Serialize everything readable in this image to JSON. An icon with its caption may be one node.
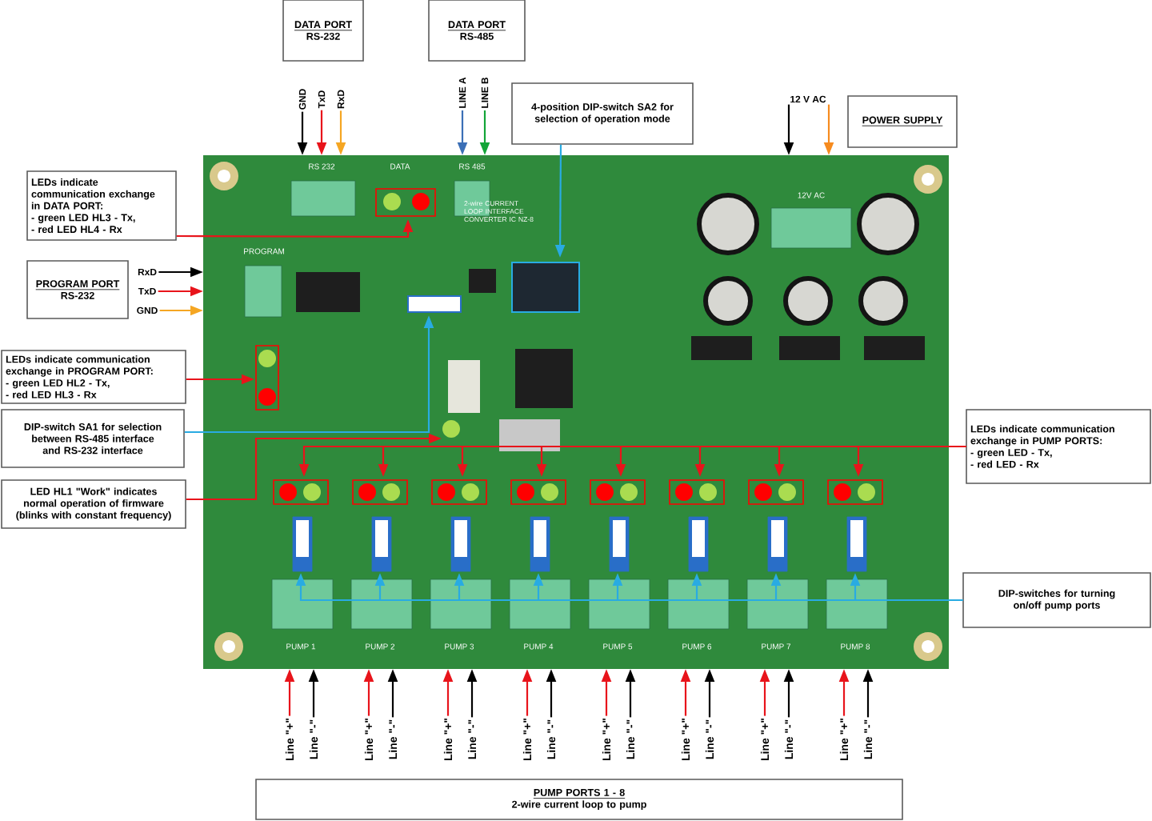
{
  "diagram": {
    "nodes": [
      {
        "text": [
          "DATA PORT",
          "RS-232"
        ]
      },
      {
        "text": [
          "DATA PORT",
          "RS-485"
        ]
      },
      {
        "text": [
          "4-position DIP-switch SA2 for selection of operation mode"
        ]
      },
      {
        "text": [
          "POWER SUPPLY"
        ]
      },
      {
        "text": [
          "GND"
        ]
      },
      {
        "text": [
          "TxD"
        ]
      },
      {
        "text": [
          "RxD"
        ]
      },
      {
        "text": [
          "LINE A"
        ]
      },
      {
        "text": [
          "LINE B"
        ]
      },
      {
        "text": [
          "12 V AC"
        ]
      },
      {
        "text": [],
        "shape": "picture"
      },
      {
        "text": [
          "LEDs indicate communication exchange in DATA PORT:",
          "- green LED HL3 - Tx,",
          "- red LED HL4 - Rx"
        ]
      },
      {
        "text": [
          "PROGRAM PORT",
          "RS-232"
        ]
      },
      {
        "text": [
          "RxD"
        ]
      },
      {
        "text": [
          "TxD"
        ]
      },
      {
        "text": [
          "GND"
        ]
      },
      {
        "text": [
          "LEDs indicate communication exchange in PROGRAM PORT:",
          "- green LED HL2 - Tx,",
          "- red LED HL3 - Rx"
        ]
      },
      {
        "text": [
          "DIP-switch SA1 for selection between RS-485 interface and RS-232 interface"
        ]
      },
      {
        "text": [
          "LED HL1 \"Work\" indicates normal operation of firmware (blinks with constant frequency)"
        ]
      },
      {
        "text": [
          "LEDs indicate communication exchange in PUMP PORTS:",
          "- green LED - Tx,",
          "- red LED - Rx"
        ]
      },
      {
        "text": [
          "DIP-switches for turning on/off pump ports"
        ]
      },
      {
        "text": [
          "Line \"+\""
        ]
      },
      {
        "text": [
          "Line \"-\""
        ]
      },
      {
        "text": [
          "Line \"+\""
        ]
      },
      {
        "text": [
          "Line \"-\""
        ]
      },
      {
        "text": [
          "Line \"+\""
        ]
      },
      {
        "text": [
          "Line \"-\""
        ]
      },
      {
        "text": [
          "Line \"+\""
        ]
      },
      {
        "text": [
          "Line \"-\""
        ]
      },
      {
        "text": [
          "Line \"+\""
        ]
      },
      {
        "text": [
          "Line \"-\""
        ]
      },
      {
        "text": [
          "Line \"+\""
        ]
      },
      {
        "text": [
          "Line \"-\""
        ]
      },
      {
        "text": [
          "Line \"+\""
        ]
      },
      {
        "text": [
          "Line \"-\""
        ]
      },
      {
        "text": [
          "Line \"+\""
        ]
      },
      {
        "text": [
          "Line \"-\""
        ]
      },
      {
        "text": [
          "PUMP PORTS 1 - 8",
          "2-wire current loop to pump"
        ]
      }
    ],
    "edges": [
      {
        "from": 4,
        "to": 10,
        "arrow": "to",
        "color": "#000000"
      },
      {
        "from": 5,
        "to": 10,
        "arrow": "to",
        "color": "#e8141b"
      },
      {
        "from": 6,
        "to": 10,
        "arrow": "to",
        "color": "#f5a623"
      },
      {
        "from": 7,
        "to": 10,
        "arrow": "to",
        "color": "#3b6fb6"
      },
      {
        "from": 8,
        "to": 10,
        "arrow": "to",
        "color": "#13a538"
      },
      {
        "from": 9,
        "to": 10,
        "arrow": "to",
        "color": "#000000"
      },
      {
        "from": 9,
        "to": 10,
        "arrow": "to",
        "color": "#f68b1f"
      },
      {
        "from": 2,
        "to": 10,
        "arrow": "to",
        "color": "#29abe2"
      },
      {
        "from": 11,
        "to": 10,
        "arrow": "to",
        "color": "#e8141b"
      },
      {
        "from": 13,
        "to": 10,
        "arrow": "to",
        "color": "#000000"
      },
      {
        "from": 14,
        "to": 10,
        "arrow": "to",
        "color": "#e8141b"
      },
      {
        "from": 15,
        "to": 10,
        "arrow": "to",
        "color": "#f5a623"
      },
      {
        "from": 16,
        "to": 10,
        "arrow": "to",
        "color": "#e8141b"
      },
      {
        "from": 17,
        "to": 10,
        "arrow": "to",
        "color": "#29abe2"
      },
      {
        "from": 18,
        "to": 10,
        "arrow": "to",
        "color": "#e8141b"
      },
      {
        "from": 19,
        "to": 10,
        "arrow": "to",
        "color": "#e8141b"
      },
      {
        "from": 19,
        "to": 10,
        "arrow": "to",
        "color": "#e8141b"
      },
      {
        "from": 19,
        "to": 10,
        "arrow": "to",
        "color": "#e8141b"
      },
      {
        "from": 19,
        "to": 10,
        "arrow": "to",
        "color": "#e8141b"
      },
      {
        "from": 19,
        "to": 10,
        "arrow": "to",
        "color": "#e8141b"
      },
      {
        "from": 19,
        "to": 10,
        "arrow": "to",
        "color": "#e8141b"
      },
      {
        "from": 19,
        "to": 10,
        "arrow": "to",
        "color": "#e8141b"
      },
      {
        "from": 19,
        "to": 10,
        "arrow": "to",
        "color": "#e8141b"
      },
      {
        "from": 20,
        "to": 10,
        "arrow": "to",
        "color": "#29abe2"
      },
      {
        "from": 20,
        "to": 10,
        "arrow": "to",
        "color": "#29abe2"
      },
      {
        "from": 20,
        "to": 10,
        "arrow": "to",
        "color": "#29abe2"
      },
      {
        "from": 20,
        "to": 10,
        "arrow": "to",
        "color": "#29abe2"
      },
      {
        "from": 20,
        "to": 10,
        "arrow": "to",
        "color": "#29abe2"
      },
      {
        "from": 20,
        "to": 10,
        "arrow": "to",
        "color": "#29abe2"
      },
      {
        "from": 20,
        "to": 10,
        "arrow": "to",
        "color": "#29abe2"
      },
      {
        "from": 20,
        "to": 10,
        "arrow": "to",
        "color": "#29abe2"
      },
      {
        "from": 21,
        "to": 10,
        "arrow": "to",
        "color": "#e8141b"
      },
      {
        "from": 22,
        "to": 10,
        "arrow": "to",
        "color": "#000000"
      },
      {
        "from": 23,
        "to": 10,
        "arrow": "to",
        "color": "#e8141b"
      },
      {
        "from": 24,
        "to": 10,
        "arrow": "to",
        "color": "#000000"
      },
      {
        "from": 25,
        "to": 10,
        "arrow": "to",
        "color": "#e8141b"
      },
      {
        "from": 26,
        "to": 10,
        "arrow": "to",
        "color": "#000000"
      },
      {
        "from": 27,
        "to": 10,
        "arrow": "to",
        "color": "#e8141b"
      },
      {
        "from": 28,
        "to": 10,
        "arrow": "to",
        "color": "#000000"
      },
      {
        "from": 29,
        "to": 10,
        "arrow": "to",
        "color": "#e8141b"
      },
      {
        "from": 30,
        "to": 10,
        "arrow": "to",
        "color": "#000000"
      },
      {
        "from": 31,
        "to": 10,
        "arrow": "to",
        "color": "#e8141b"
      },
      {
        "from": 32,
        "to": 10,
        "arrow": "to",
        "color": "#000000"
      },
      {
        "from": 33,
        "to": 10,
        "arrow": "to",
        "color": "#e8141b"
      },
      {
        "from": 34,
        "to": 10,
        "arrow": "to",
        "color": "#000000"
      },
      {
        "from": 35,
        "to": 10,
        "arrow": "to",
        "color": "#e8141b"
      },
      {
        "from": 36,
        "to": 10,
        "arrow": "to",
        "color": "#000000"
      }
    ],
    "labels": [
      "RS 232",
      "DATA",
      "RS 485",
      "2-wire CURRENT LOOP INTERFACE CONVERTER IC NZ-8",
      "12V AC",
      "PROGRAM",
      "PUMP 1",
      "PUMP 2",
      "PUMP 3",
      "PUMP 4",
      "PUMP 5",
      "PUMP 6",
      "PUMP 7",
      "PUMP 8"
    ]
  }
}
